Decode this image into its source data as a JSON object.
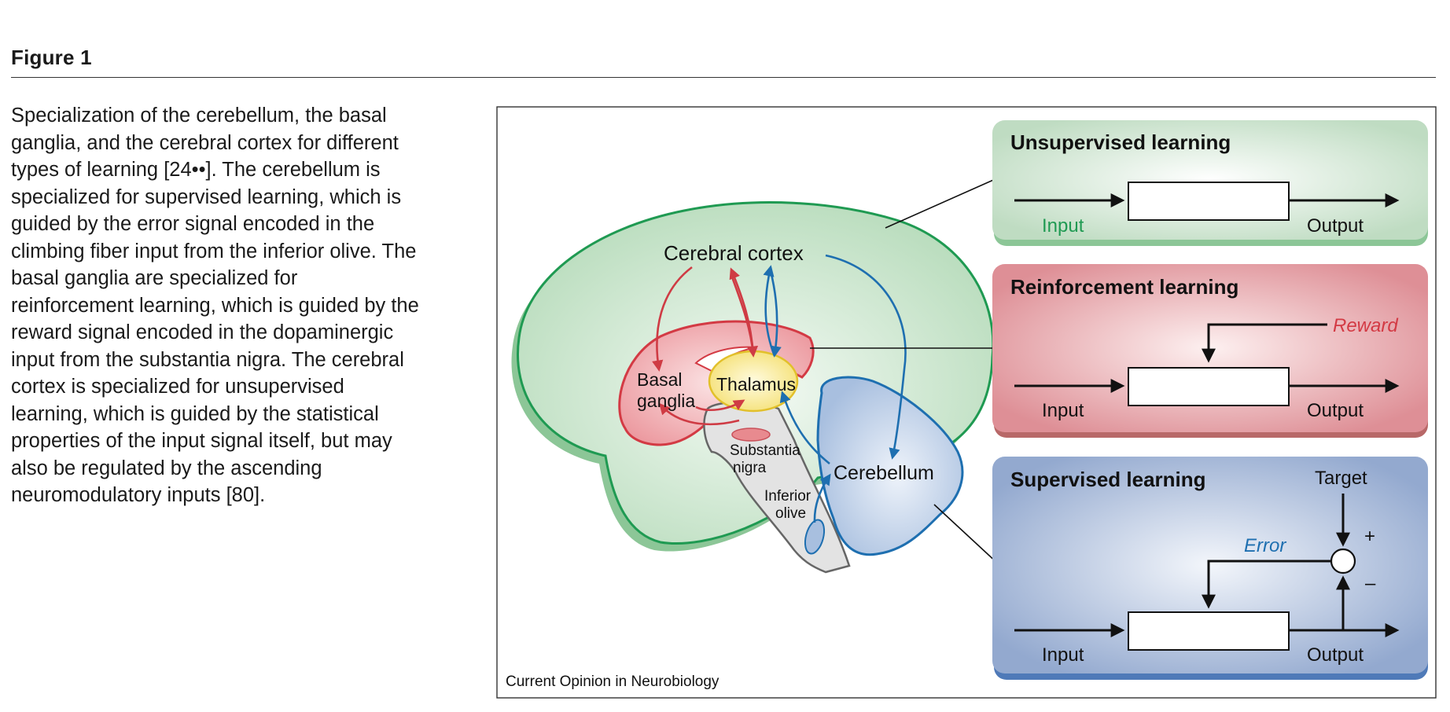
{
  "figure": {
    "title": "Figure 1",
    "caption_lines": [
      "Specialization of the cerebellum, the basal",
      "ganglia, and the cerebral cortex for different",
      "types of learning [24••]. The cerebellum is",
      "specialized for supervised learning, which is",
      "guided by the error signal encoded in the",
      "climbing fiber input from the inferior olive. The",
      "basal ganglia are specialized for",
      "reinforcement learning, which is guided by the",
      "reward signal encoded in the dopaminergic",
      "input from the substantia nigra. The cerebral",
      "cortex is specialized for unsupervised",
      "learning, which is guided by the statistical",
      "properties of the input signal itself, but may",
      "also be regulated by the ascending",
      "neuromodulatory inputs [80]."
    ],
    "source_credit": "Current Opinion in Neurobiology"
  },
  "brain": {
    "cerebral_cortex": "Cerebral cortex",
    "basal_ganglia_line1": "Basal",
    "basal_ganglia_line2": "ganglia",
    "thalamus": "Thalamus",
    "substantia_nigra_line1": "Substantia",
    "substantia_nigra_line2": "nigra",
    "inferior_olive_line1": "Inferior",
    "inferior_olive_line2": "olive",
    "cerebellum": "Cerebellum"
  },
  "panels": {
    "unsupervised": {
      "title": "Unsupervised learning",
      "input": "Input",
      "output": "Output"
    },
    "reinforcement": {
      "title": "Reinforcement learning",
      "reward": "Reward",
      "input": "Input",
      "output": "Output"
    },
    "supervised": {
      "title": "Supervised learning",
      "target": "Target",
      "plus": "+",
      "minus": "–",
      "error": "Error",
      "input": "Input",
      "output": "Output"
    }
  },
  "colors": {
    "cortex_green": "#1f9a52",
    "basal_ganglia_red": "#d33a44",
    "cerebellum_blue": "#1e6fb0",
    "thalamus_yellow": "#f5e47a",
    "unsupervised_panel": "#c7e2c9",
    "reinforcement_panel": "#e39aa0",
    "supervised_panel": "#9db2d3"
  }
}
